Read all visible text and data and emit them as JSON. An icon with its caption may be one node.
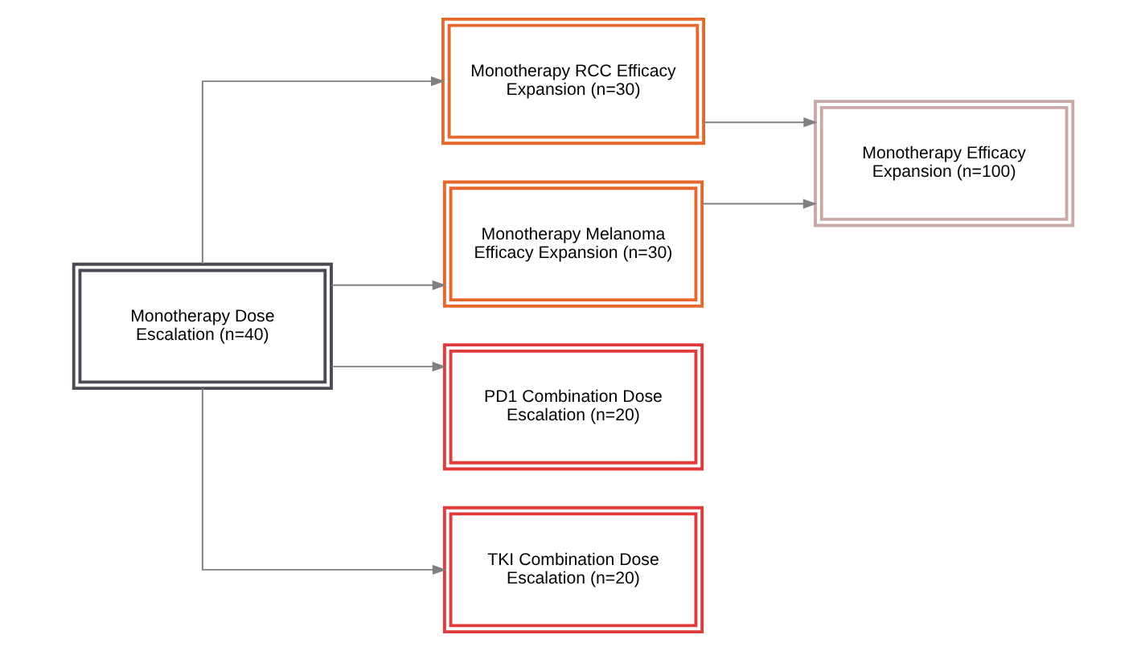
{
  "diagram": {
    "nodes": [
      {
        "text": [
          "Monotherapy Dose Escalation (n=40)"
        ]
      },
      {
        "text": [
          "Monotherapy RCC Efficacy Expansion (n=30)"
        ]
      },
      {
        "text": [
          "Monotherapy Melanoma Efficacy Expansion (n=30)"
        ]
      },
      {
        "text": [
          "PD1 Combination Dose Escalation (n=20)"
        ]
      },
      {
        "text": [
          "TKI Combination Dose Escalation (n=20)"
        ]
      },
      {
        "text": [
          "Monotherapy Efficacy Expansion (n=100)"
        ]
      }
    ],
    "edges": [
      {
        "from": 0,
        "to": 1,
        "arrow": "to"
      },
      {
        "from": 0,
        "to": 2,
        "arrow": "to"
      },
      {
        "from": 0,
        "to": 3,
        "arrow": "to"
      },
      {
        "from": 0,
        "to": 4,
        "arrow": "to"
      },
      {
        "from": 1,
        "to": 5,
        "arrow": "to"
      },
      {
        "from": 2,
        "to": 5,
        "arrow": "to"
      }
    ]
  }
}
